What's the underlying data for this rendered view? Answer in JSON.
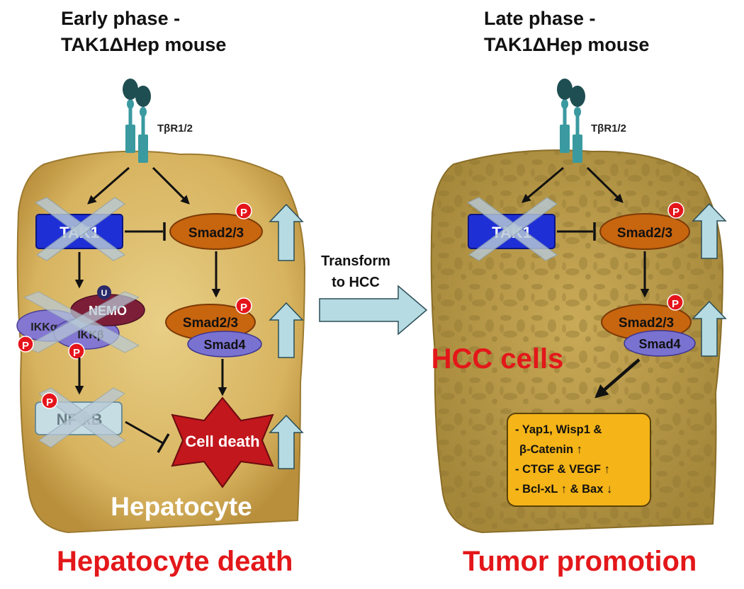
{
  "left_panel": {
    "title_line1": "Early phase -",
    "title_line2": "TAK1ΔHep mouse",
    "receptor_label": "TβR1/2",
    "tak1_label": "TAK1",
    "smad23_label": "Smad2/3",
    "smad23_lower_label": "Smad2/3",
    "smad4_label": "Smad4",
    "nemo_label": "NEMO",
    "ikka_label": "IKKα",
    "ikkb_label": "IKKβ",
    "nfkb_label": "NF-κB",
    "cell_death_label": "Cell death",
    "cell_label": "Hepatocyte",
    "outcome": "Hepatocyte death"
  },
  "middle": {
    "arrow_line1": "Transform",
    "arrow_line2": "to HCC"
  },
  "right_panel": {
    "title_line1": "Late phase -",
    "title_line2": "TAK1ΔHep mouse",
    "receptor_label": "TβR1/2",
    "tak1_label": "TAK1",
    "smad23_label": "Smad2/3",
    "smad23_lower_label": "Smad2/3",
    "smad4_label": "Smad4",
    "cell_label": "HCC cells",
    "targets_box": {
      "line1": "- Yap1, Wisp1 &",
      "line2": "β-Catenin ↑",
      "line3": "- CTGF & VEGF ↑",
      "line4": "- Bcl-xL ↑ & Bax ↓"
    },
    "outcome": "Tumor promotion"
  },
  "common": {
    "phospho_label": "P",
    "ubiquitin_label": "U"
  },
  "colors": {
    "outcome_red": "#e3171a",
    "hepatocyte_fill": "#d9b764",
    "hcc_fill": "#c2a24e",
    "tak1_blue": "#1f2fd6",
    "smad_orange": "#c8650f",
    "smad4_purple": "#7a72d0",
    "up_arrow": "#b6dbe2",
    "targets_box": "#f5b417",
    "receptor_teal": "#3a9aa0",
    "receptor_dark": "#1f4e52"
  }
}
